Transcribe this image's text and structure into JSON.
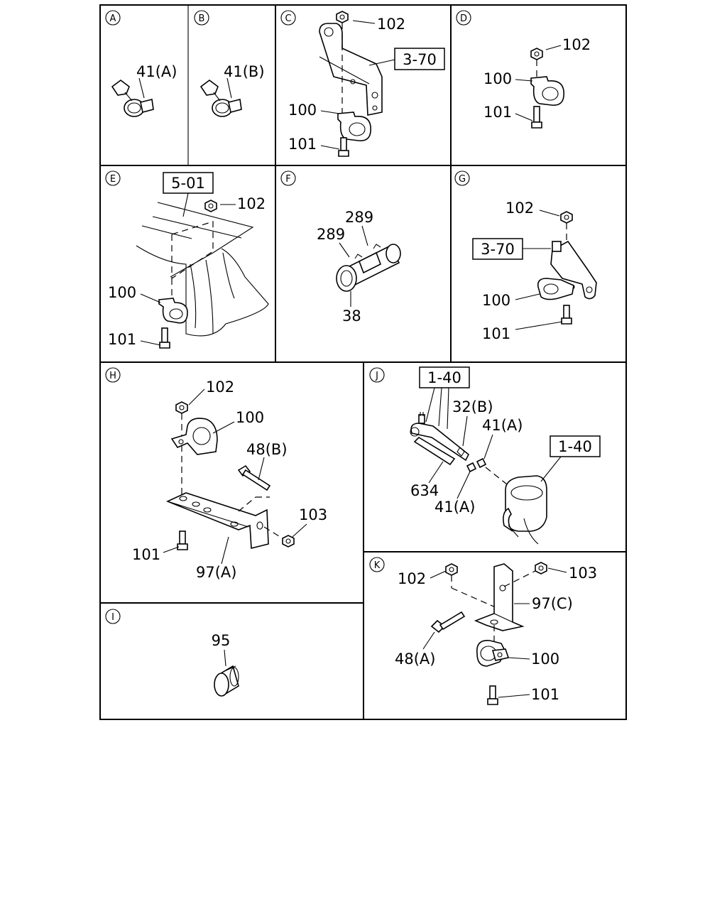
{
  "panels": {
    "A": {
      "letter": "A",
      "parts": [
        "41(A)"
      ]
    },
    "B": {
      "letter": "B",
      "parts": [
        "41(B)"
      ]
    },
    "C": {
      "letter": "C",
      "parts": [
        "102",
        "100",
        "101"
      ],
      "refs": [
        "3-70"
      ]
    },
    "D": {
      "letter": "D",
      "parts": [
        "102",
        "100",
        "101"
      ]
    },
    "E": {
      "letter": "E",
      "parts": [
        "102",
        "100",
        "101"
      ],
      "refs": [
        "5-01"
      ]
    },
    "F": {
      "letter": "F",
      "parts": [
        "289",
        "289",
        "38"
      ]
    },
    "G": {
      "letter": "G",
      "parts": [
        "102",
        "100",
        "101"
      ],
      "refs": [
        "3-70"
      ]
    },
    "H": {
      "letter": "H",
      "parts": [
        "102",
        "100",
        "48(B)",
        "103",
        "101",
        "97(A)"
      ]
    },
    "I": {
      "letter": "I",
      "parts": [
        "95"
      ]
    },
    "J": {
      "letter": "J",
      "parts": [
        "32(B)",
        "41(A)",
        "634",
        "41(A)"
      ],
      "refs": [
        "1-40",
        "1-40"
      ]
    },
    "K": {
      "letter": "K",
      "parts": [
        "102",
        "103",
        "97(C)",
        "48(A)",
        "100",
        "101"
      ]
    }
  }
}
